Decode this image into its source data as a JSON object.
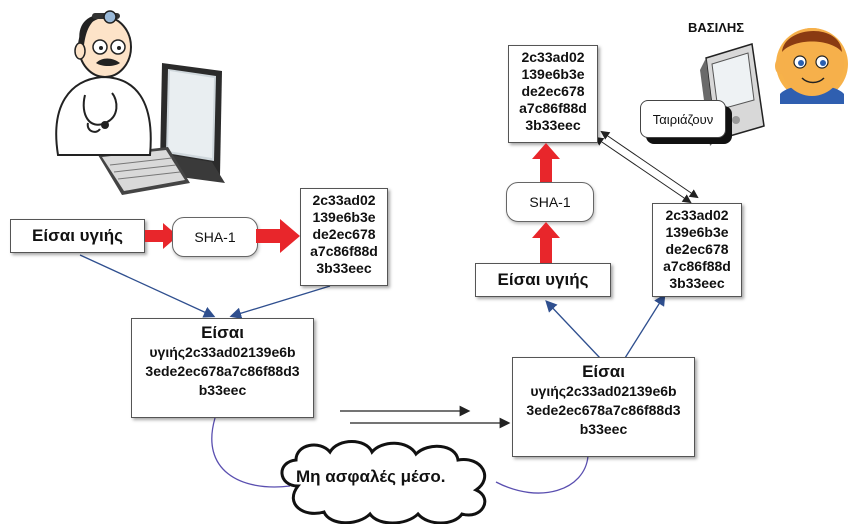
{
  "left": {
    "message": "Είσαι υγιής",
    "algorithm": "SHA-1",
    "hash_lines": [
      "2c33ad02",
      "139e6b3e",
      "de2ec678",
      "a7c86f88d",
      "3b33eec"
    ],
    "combined_title": "Είσαι",
    "combined_lines": [
      "υγιής2c33ad02139e6b",
      "3ede2ec678a7c86f88d3",
      "b33eec"
    ]
  },
  "channel": {
    "label": "Μη ασφαλές μέσο."
  },
  "right": {
    "receiver_name": "ΒΑΣΙΛΗΣ",
    "match_label": "Ταιριάζουν",
    "computed_hash_lines": [
      "2c33ad02",
      "139e6b3e",
      "de2ec678",
      "a7c86f88d",
      "3b33eec"
    ],
    "algorithm": "SHA-1",
    "message": "Είσαι υγιής",
    "received_hash_lines": [
      "2c33ad02",
      "139e6b3e",
      "de2ec678",
      "a7c86f88d",
      "3b33eec"
    ],
    "combined_title": "Είσαι",
    "combined_lines": [
      "υγιής2c33ad02139e6b",
      "3ede2ec678a7c86f88d3",
      "b33eec"
    ]
  },
  "colors": {
    "hash_arrow": "#e8262b",
    "link_line": "#2f4f8f",
    "curve_line": "#5a4fb0"
  }
}
